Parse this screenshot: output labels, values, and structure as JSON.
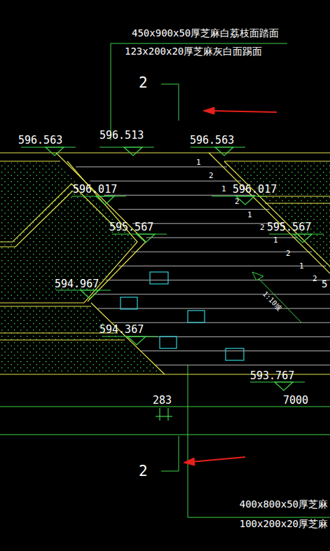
{
  "diagram": {
    "labels": [
      "450x900x50厚芝麻白荔枝面踏面",
      "123x200x20厚芝麻灰白面踢面",
      "2",
      "596.563",
      "596.513",
      "596.563",
      "1",
      "2",
      "1",
      "596.017",
      "596.017",
      "2",
      "1",
      "595.567",
      "2",
      "595.567",
      "1",
      "2",
      "1",
      "594.967",
      "2",
      "5",
      "1:10坡",
      "594.367",
      "593.767",
      "283",
      "7000",
      "2",
      "400x800x50厚芝麻",
      "100x200x20厚芝麻"
    ]
  }
}
